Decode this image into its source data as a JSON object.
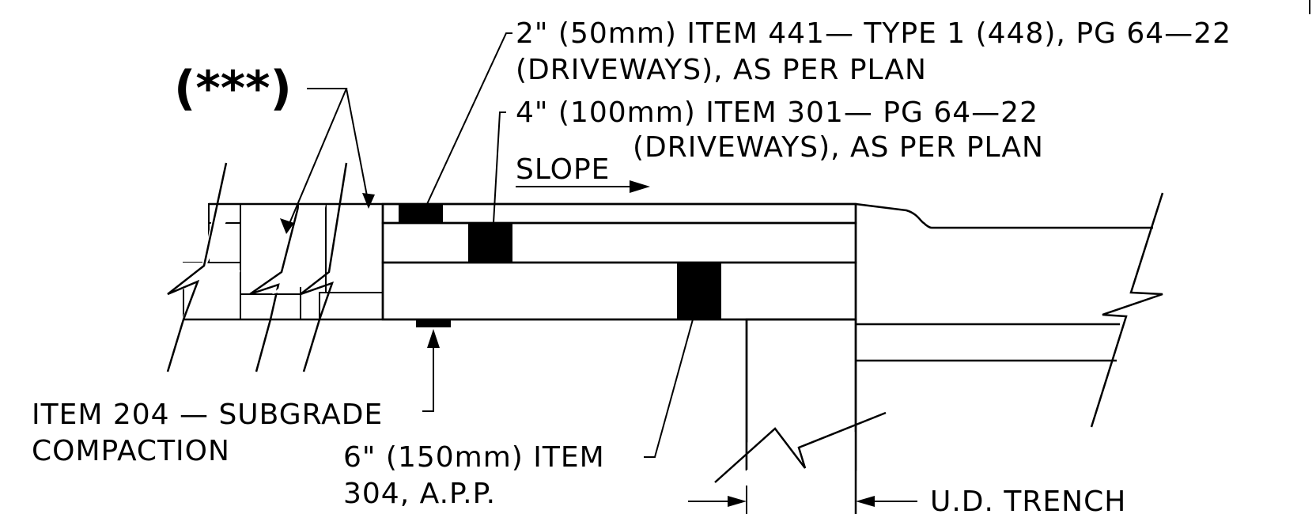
{
  "labels": {
    "surface_line1": "2\" (50mm) ITEM 441— TYPE 1 (448), PG 64—22",
    "surface_line2": "(DRIVEWAYS), AS PER PLAN",
    "intermediate_line1": "4\" (100mm) ITEM 301— PG 64—22",
    "intermediate_line2": "(DRIVEWAYS), AS PER PLAN",
    "slope": "SLOPE",
    "asterisk_note": "(***)",
    "subgrade_line1": "ITEM 204 — SUBGRADE",
    "subgrade_line2": "COMPACTION",
    "base_line1": "6\" (150mm) ITEM",
    "base_line2": "304, A.P.P.",
    "trench": "U.D. TRENCH"
  },
  "colors": {
    "ink": "#000000",
    "background": "#ffffff",
    "fill_gray": "#d9d9d9"
  }
}
